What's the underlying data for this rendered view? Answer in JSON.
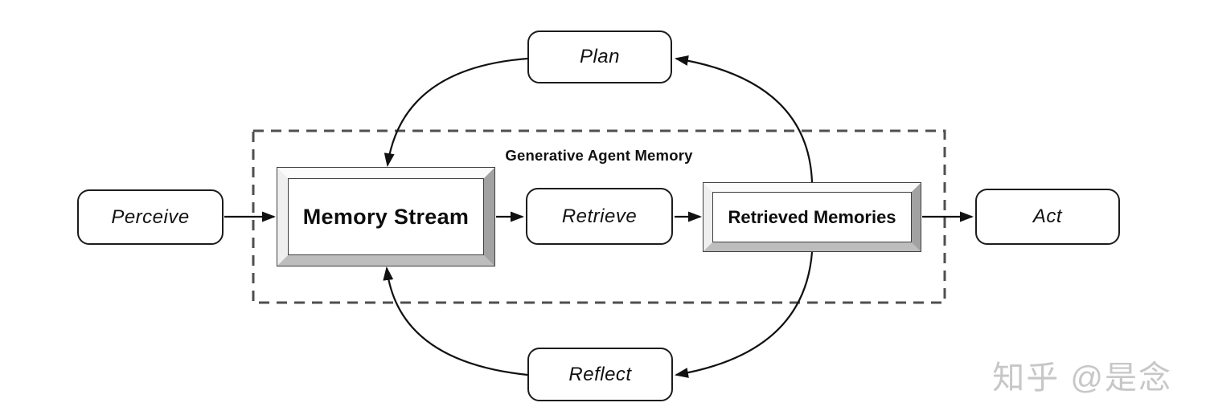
{
  "diagram": {
    "group_title": "Generative Agent Memory",
    "watermark": "知乎 @是念",
    "nodes": {
      "perceive": {
        "label": "Perceive",
        "shape": "rounded"
      },
      "plan": {
        "label": "Plan",
        "shape": "rounded"
      },
      "memory_stream": {
        "label": "Memory Stream",
        "shape": "framed-3d"
      },
      "retrieve": {
        "label": "Retrieve",
        "shape": "rounded"
      },
      "retrieved_memories": {
        "label": "Retrieved Memories",
        "shape": "framed-3d"
      },
      "act": {
        "label": "Act",
        "shape": "rounded"
      },
      "reflect": {
        "label": "Reflect",
        "shape": "rounded"
      }
    },
    "edges": [
      {
        "from": "perceive",
        "to": "memory_stream",
        "style": "straight"
      },
      {
        "from": "memory_stream",
        "to": "retrieve",
        "style": "straight"
      },
      {
        "from": "retrieve",
        "to": "retrieved_memories",
        "style": "straight"
      },
      {
        "from": "retrieved_memories",
        "to": "act",
        "style": "straight"
      },
      {
        "from": "retrieved_memories",
        "to": "plan",
        "style": "curved"
      },
      {
        "from": "plan",
        "to": "memory_stream",
        "style": "curved"
      },
      {
        "from": "retrieved_memories",
        "to": "reflect",
        "style": "curved"
      },
      {
        "from": "reflect",
        "to": "memory_stream",
        "style": "curved"
      }
    ],
    "dashed_group_members": [
      "memory_stream",
      "retrieve",
      "retrieved_memories"
    ],
    "colors": {
      "background": "#ffffff",
      "stroke": "#1c1c1c",
      "dashed_border": "#4f4f4f",
      "frame_light": "#efefef",
      "frame_dark": "#a2a2a2",
      "watermark": "#c7c7c7"
    }
  }
}
